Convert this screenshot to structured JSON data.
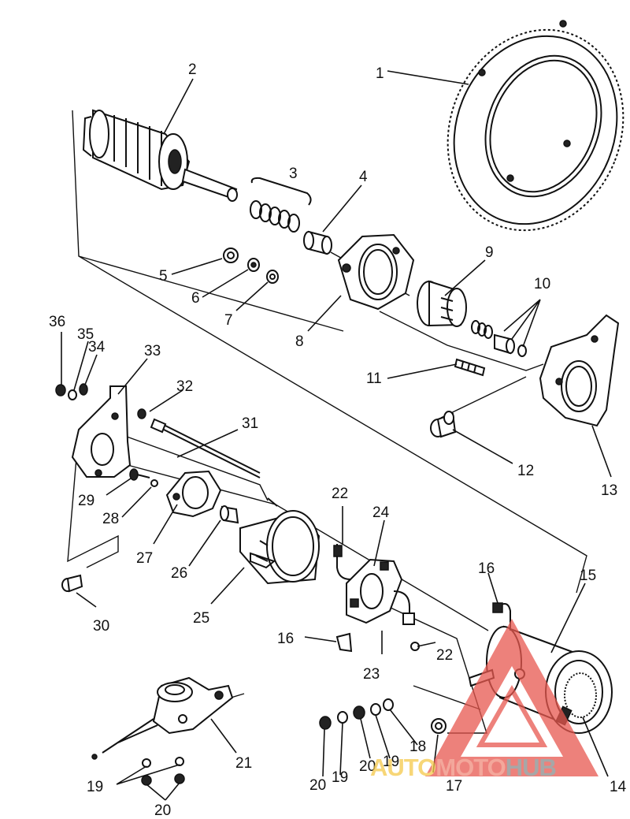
{
  "diagram": {
    "callouts": [
      {
        "id": "c1",
        "text": "1"
      },
      {
        "id": "c2",
        "text": "2"
      },
      {
        "id": "c3",
        "text": "3"
      },
      {
        "id": "c4",
        "text": "4"
      },
      {
        "id": "c5",
        "text": "5"
      },
      {
        "id": "c6",
        "text": "6"
      },
      {
        "id": "c7",
        "text": "7"
      },
      {
        "id": "c8",
        "text": "8"
      },
      {
        "id": "c9",
        "text": "9"
      },
      {
        "id": "c10",
        "text": "10"
      },
      {
        "id": "c11",
        "text": "11"
      },
      {
        "id": "c12",
        "text": "12"
      },
      {
        "id": "c13",
        "text": "13"
      },
      {
        "id": "c14",
        "text": "14"
      },
      {
        "id": "c15",
        "text": "15"
      },
      {
        "id": "c16a",
        "text": "16"
      },
      {
        "id": "c16b",
        "text": "16"
      },
      {
        "id": "c17",
        "text": "17"
      },
      {
        "id": "c18",
        "text": "18"
      },
      {
        "id": "c19a",
        "text": "19"
      },
      {
        "id": "c19b",
        "text": "19"
      },
      {
        "id": "c19c",
        "text": "19"
      },
      {
        "id": "c20a",
        "text": "20"
      },
      {
        "id": "c20b",
        "text": "20"
      },
      {
        "id": "c20c",
        "text": "20"
      },
      {
        "id": "c21",
        "text": "21"
      },
      {
        "id": "c22a",
        "text": "22"
      },
      {
        "id": "c22b",
        "text": "22"
      },
      {
        "id": "c23",
        "text": "23"
      },
      {
        "id": "c24",
        "text": "24"
      },
      {
        "id": "c25",
        "text": "25"
      },
      {
        "id": "c26",
        "text": "26"
      },
      {
        "id": "c27",
        "text": "27"
      },
      {
        "id": "c28",
        "text": "28"
      },
      {
        "id": "c29",
        "text": "29"
      },
      {
        "id": "c30",
        "text": "30"
      },
      {
        "id": "c31",
        "text": "31"
      },
      {
        "id": "c32",
        "text": "32"
      },
      {
        "id": "c33",
        "text": "33"
      },
      {
        "id": "c34",
        "text": "34"
      },
      {
        "id": "c35",
        "text": "35"
      },
      {
        "id": "c36",
        "text": "36"
      }
    ]
  },
  "watermark": {
    "text_auto": "AUTO",
    "text_moto": "MOTO",
    "text_hub": "HUB",
    "colors": {
      "auto": "#f5c94a",
      "moto": "#ef8a7a",
      "hub": "#8a8a8a",
      "triangle": "#e8584f"
    }
  }
}
